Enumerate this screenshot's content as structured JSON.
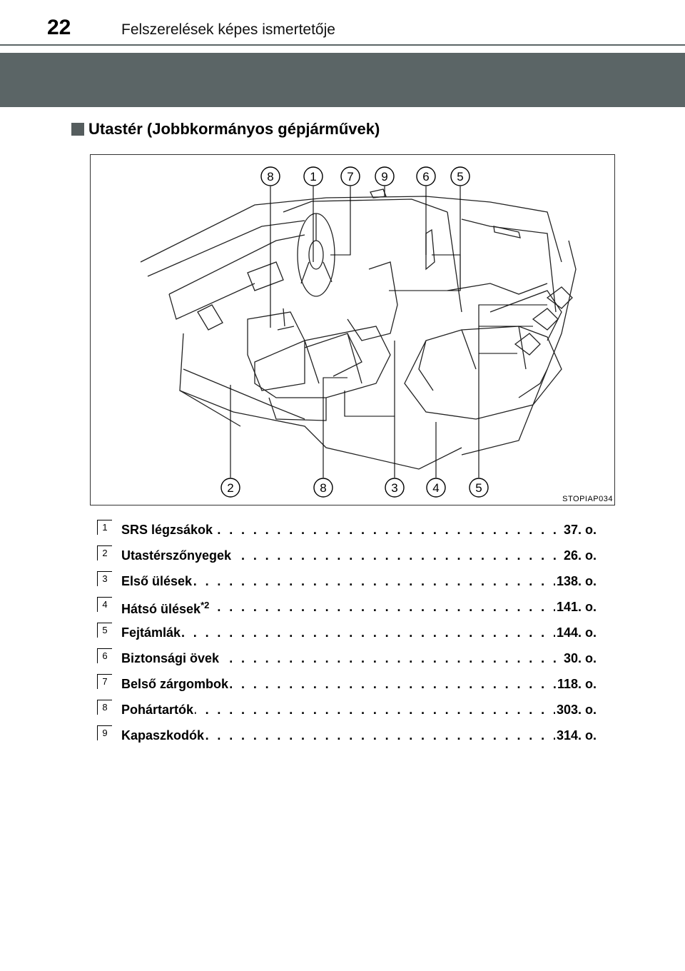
{
  "header": {
    "page_number": "22",
    "title": "Felszerelések képes ismertetője"
  },
  "section": {
    "heading": "Utastér (Jobbkormányos gépjárművek)"
  },
  "figure": {
    "code": "STOPIAP034",
    "top_callouts": [
      "8",
      "1",
      "7",
      "9",
      "6",
      "5"
    ],
    "bottom_callouts": [
      "2",
      "8",
      "3",
      "4",
      "5"
    ]
  },
  "items": [
    {
      "num": "1",
      "label": "SRS légzsákok",
      "sup": "",
      "page": "37. o."
    },
    {
      "num": "2",
      "label": "Utastérszőnyegek",
      "sup": "",
      "page": "26. o."
    },
    {
      "num": "3",
      "label": "Első ülések",
      "sup": "",
      "page": "138. o."
    },
    {
      "num": "4",
      "label": "Hátsó ülések",
      "sup": "*2",
      "page": "141. o."
    },
    {
      "num": "5",
      "label": "Fejtámlák",
      "sup": "",
      "page": "144. o."
    },
    {
      "num": "6",
      "label": "Biztonsági övek",
      "sup": "",
      "page": "30. o."
    },
    {
      "num": "7",
      "label": "Belső zárgombok",
      "sup": "",
      "page": "118. o."
    },
    {
      "num": "8",
      "label": "Pohártartók",
      "sup": "",
      "page": "303. o."
    },
    {
      "num": "9",
      "label": "Kapaszkodók",
      "sup": "",
      "page": "314. o."
    }
  ],
  "colors": {
    "banner": "#5b6566",
    "bullet": "#555d5e"
  }
}
